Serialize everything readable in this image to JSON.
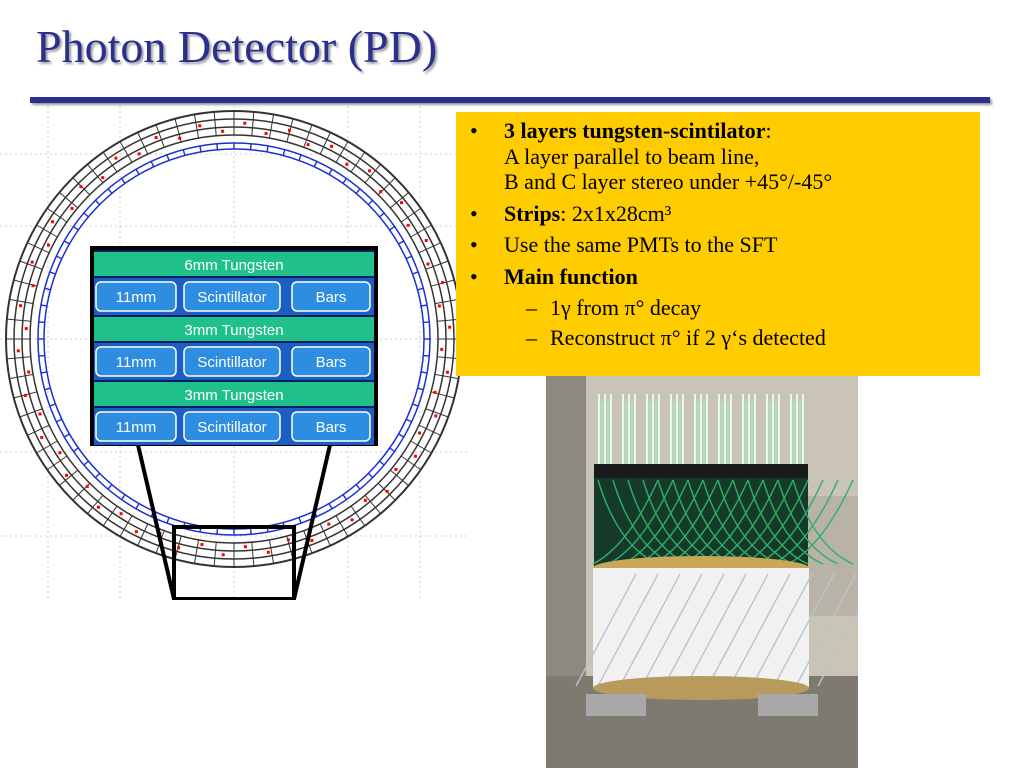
{
  "slide": {
    "title": "Photon Detector (PD)"
  },
  "diagram": {
    "layers": [
      {
        "tungsten_label": "6mm Tungsten",
        "cells": [
          "11mm",
          "Scintillator",
          "Bars"
        ]
      },
      {
        "tungsten_label": "3mm Tungsten",
        "cells": [
          "11mm",
          "Scintillator",
          "Bars"
        ]
      },
      {
        "tungsten_label": "3mm Tungsten",
        "cells": [
          "11mm",
          "Scintillator",
          "Bars"
        ]
      }
    ],
    "colors": {
      "tungsten": "#1fc08a",
      "scintillator_row": "#1b5fc4",
      "cell": "#2d8de0",
      "ring_inner": "#1a2fd0",
      "ring_outer": "#333333",
      "labels": "#ff0000"
    }
  },
  "bullets": {
    "b1_bold": "3 layers tungsten-scintilator",
    "b1_colon": ":",
    "b1_line2": "A layer parallel to beam line,",
    "b1_line3": "B and C layer stereo under  +45°/-45°",
    "b2_bold": "Strips",
    "b2_rest": ": 2x1x28cm³",
    "b3": "Use the same PMTs to the SFT",
    "b4_bold": "Main function",
    "sub1": "1γ from π° decay",
    "sub2": "Reconstruct π° if 2 γ‘s detected",
    "background": "#ffcc00"
  },
  "photo": {
    "colors": {
      "wall": "#c9c4b6",
      "fibers": "#1e8a52",
      "wrap": "#f1f1f1",
      "ring": "#1a1a1a"
    }
  }
}
